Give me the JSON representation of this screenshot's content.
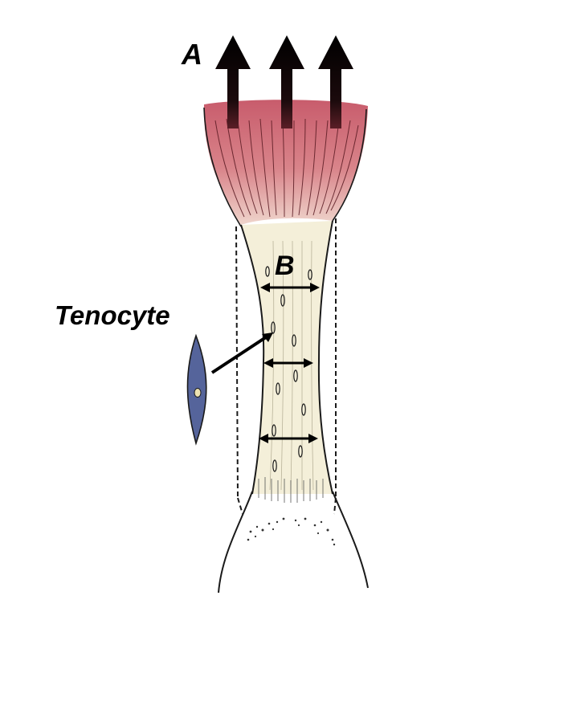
{
  "labels": {
    "force": "A",
    "width": "B",
    "cell": "Tenocyte"
  },
  "colors": {
    "muscle_top": "#c9606e",
    "muscle_bottom": "#ecc6c2",
    "tendon": "#f4efd9",
    "outline": "#1a1a1a",
    "cell_fill": "#55649b",
    "cell_nucleus": "#ede3b2",
    "arrow": "#000000"
  }
}
